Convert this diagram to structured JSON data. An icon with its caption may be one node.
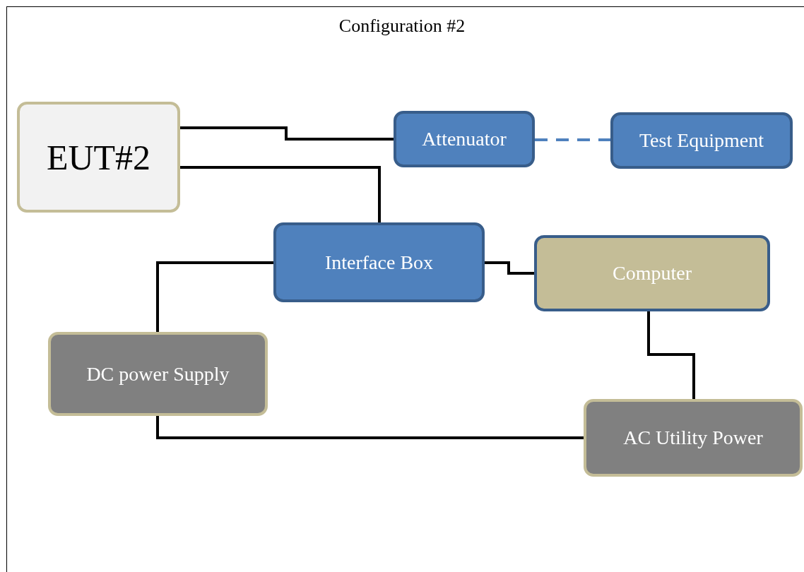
{
  "diagram": {
    "title": "Configuration #2",
    "nodes": [
      {
        "text": [
          "EUT#2"
        ]
      },
      {
        "text": [
          "Attenuator"
        ]
      },
      {
        "text": [
          "Test Equipment"
        ]
      },
      {
        "text": [
          "Interface Box"
        ]
      },
      {
        "text": [
          "Computer"
        ]
      },
      {
        "text": [
          "DC power Supply"
        ]
      },
      {
        "text": [
          "AC Utility Power"
        ]
      }
    ],
    "edges": [
      {
        "from": 0,
        "to": 1,
        "arrow": "none"
      },
      {
        "from": 0,
        "to": 3,
        "arrow": "none"
      },
      {
        "from": 1,
        "to": 2,
        "arrow": "none",
        "style": "dashed",
        "color": "#4f81bd"
      },
      {
        "from": 3,
        "to": 4,
        "arrow": "none"
      },
      {
        "from": 3,
        "to": 5,
        "arrow": "none"
      },
      {
        "from": 4,
        "to": 6,
        "arrow": "none"
      },
      {
        "from": 5,
        "to": 6,
        "arrow": "none"
      }
    ]
  }
}
